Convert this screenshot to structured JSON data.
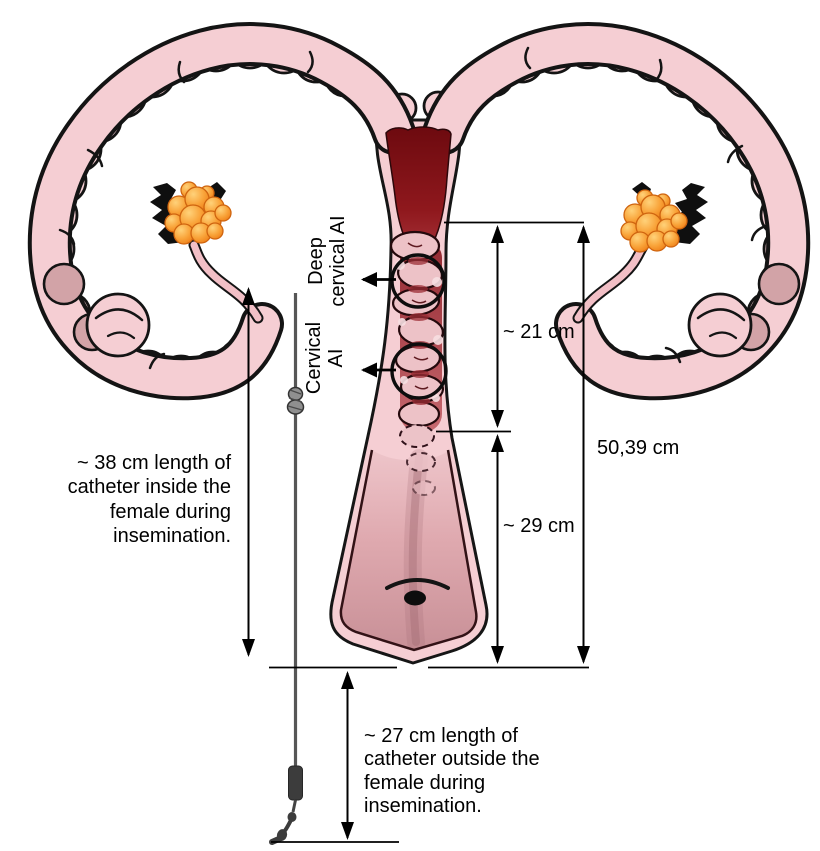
{
  "labels": {
    "deep_cervical_ai": "Deep\ncervical AI",
    "cervical_ai": "Cervical\nAI"
  },
  "measurements": {
    "upper_segment": "~ 21 cm",
    "lower_segment": "~ 29 cm",
    "total_length": "50,39 cm",
    "catheter_inside": "~ 38 cm length of\ncatheter inside the\nfemale during\ninsemination.",
    "catheter_outside": "~ 27 cm length of\ncatheter outside the\nfemale during\ninsemination."
  },
  "colors": {
    "horn_pink": "#f5ced3",
    "lobe_mauve": "#d2a3a7",
    "lumen_dark_red": "#7a0e13",
    "fold_pink": "#edc2c7",
    "vestibule_mauve": "#c89097",
    "follicle_orange": "#f78c1e",
    "outline_black": "#161616",
    "catheter_grey": "#4a4a4a"
  }
}
